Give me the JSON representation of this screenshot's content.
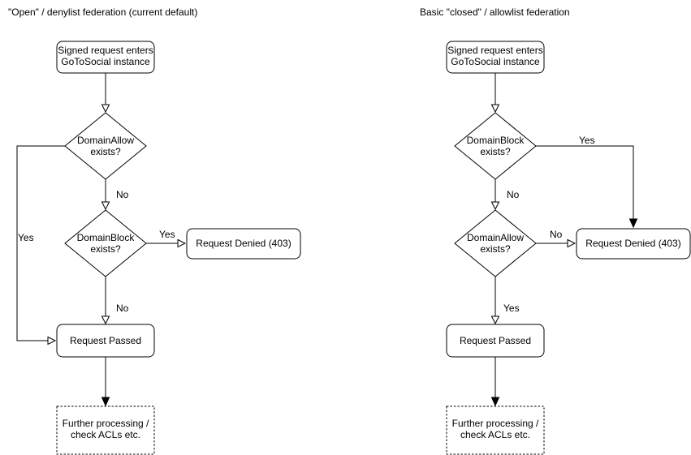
{
  "colors": {
    "line": "#000000",
    "text": "#000000",
    "node_fill": "#ffffff",
    "background": "#ffffff"
  },
  "flows": [
    {
      "title": "\"Open\" / denylist federation (current default)",
      "nodes": {
        "start": {
          "lines": [
            "Signed request enters",
            "GoToSocial instance"
          ]
        },
        "decision1": {
          "lines": [
            "DomainAllow",
            "exists?"
          ]
        },
        "decision2": {
          "lines": [
            "DomainBlock",
            "exists?"
          ]
        },
        "denied": {
          "label": "Request Denied (403)"
        },
        "passed": {
          "label": "Request Passed"
        },
        "further": {
          "lines": [
            "Further processing /",
            "check ACLs etc."
          ]
        }
      },
      "labels": {
        "after_decision1": "No",
        "decision1_branch": "Yes",
        "after_decision2": "No",
        "decision2_branch": "Yes"
      }
    },
    {
      "title": "Basic \"closed\" / allowlist federation",
      "nodes": {
        "start": {
          "lines": [
            "Signed request enters",
            "GoToSocial instance"
          ]
        },
        "decision1": {
          "lines": [
            "DomainBlock",
            "exists?"
          ]
        },
        "decision2": {
          "lines": [
            "DomainAllow",
            "exists?"
          ]
        },
        "denied": {
          "label": "Request Denied (403)"
        },
        "passed": {
          "label": "Request Passed"
        },
        "further": {
          "lines": [
            "Further processing /",
            "check ACLs etc."
          ]
        }
      },
      "labels": {
        "after_decision1": "No",
        "decision1_branch": "Yes",
        "after_decision2": "Yes",
        "decision2_branch": "No"
      }
    }
  ]
}
